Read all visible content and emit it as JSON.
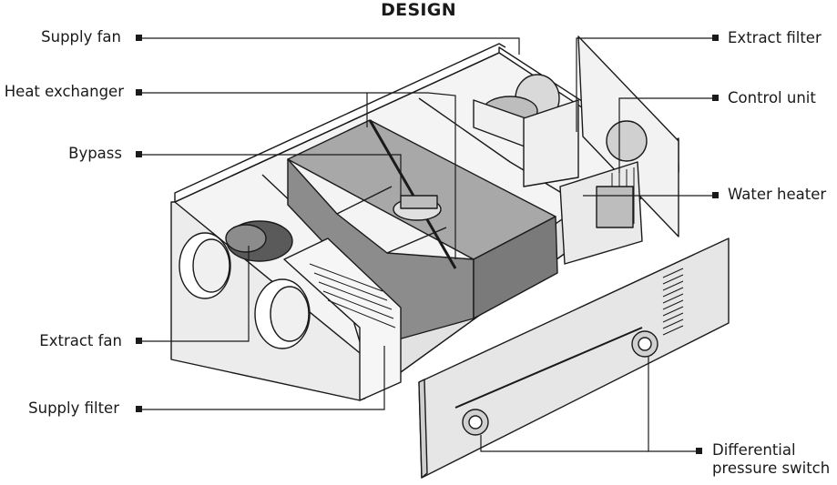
{
  "title": "DESIGN",
  "labels": {
    "supply_fan": "Supply fan",
    "heat_exchanger": "Heat exchanger",
    "bypass": "Bypass",
    "extract_fan": "Extract fan",
    "supply_filter": "Supply filter",
    "extract_filter": "Extract filter",
    "control_unit": "Control unit",
    "water_heater": "Water heater",
    "differential_pressure_switch_line1": "Differential",
    "differential_pressure_switch_line2": "pressure switch"
  },
  "colors": {
    "outline": "#1a1a1a",
    "casing": "#f4f4f4",
    "casing_dark": "#d9d9d9",
    "exchanger": "#8c8c8c",
    "exchanger_light": "#a8a8a8",
    "panel": "#e6e6e6"
  }
}
